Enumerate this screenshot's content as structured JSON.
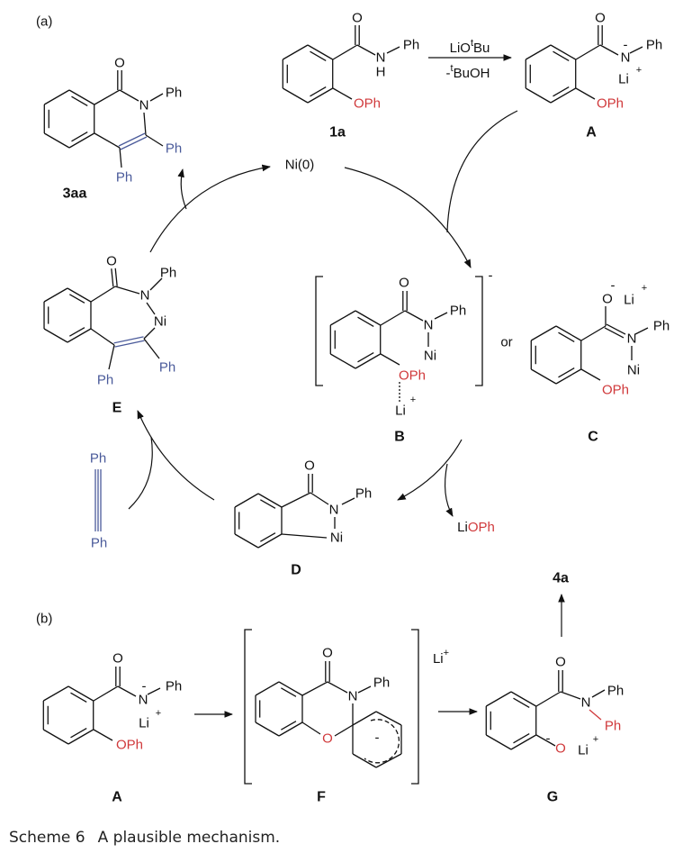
{
  "panels": {
    "a": "(a)",
    "b": "(b)"
  },
  "compound_labels": {
    "c1a": "1a",
    "A": "A",
    "B": "B",
    "C": "C",
    "D": "D",
    "E": "E",
    "c3aa": "3aa",
    "F": "F",
    "G": "G",
    "c4a": "4a"
  },
  "atoms": {
    "O": "O",
    "N": "N",
    "Ph": "Ph",
    "H": "H",
    "OPh": "OPh",
    "Li": "Li",
    "Ni": "Ni",
    "plus": "+",
    "minus": "-"
  },
  "catalyst": "Ni(0)",
  "byproduct": {
    "li": "Li",
    "oph": "OPh"
  },
  "conjunction": "or",
  "reagents": {
    "above_a": "LiO",
    "above_sup": "t",
    "above_b": "Bu",
    "below_a": "-",
    "below_sup": "t",
    "below_b": "BuOH"
  },
  "caption": {
    "number": "Scheme 6",
    "text": "A plausible mechanism."
  },
  "colors": {
    "red": "#d0393b",
    "blue": "#4a5a9a"
  }
}
